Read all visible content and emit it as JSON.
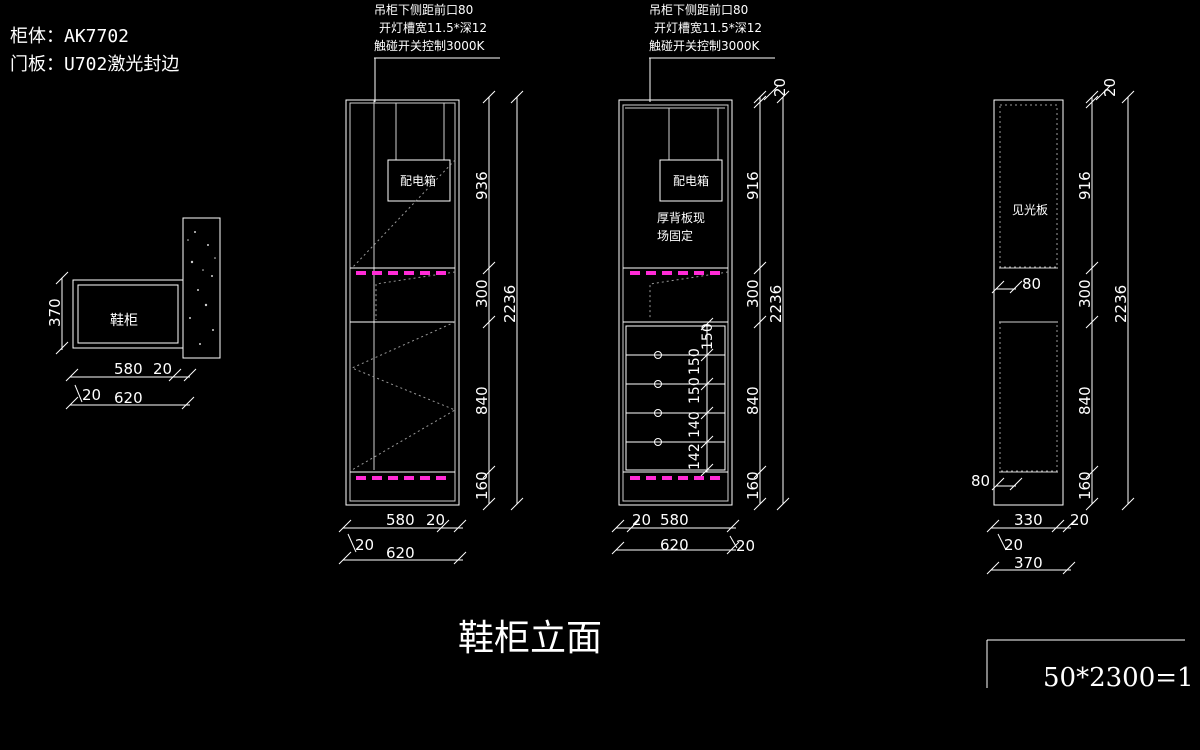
{
  "header": {
    "cabinet_body": "柜体：AK7702",
    "door_panel": "门板：U702激光封边"
  },
  "plan_view": {
    "label": "鞋柜",
    "dim_height": "370",
    "dim_580": "580",
    "dim_20a": "20",
    "dim_20b": "20",
    "dim_620": "620"
  },
  "elevation_1": {
    "note_lines": [
      "吊柜下侧距前口80",
      "开灯槽宽11.5*深12",
      "触碰开关控制3000K"
    ],
    "box_label": "配电箱",
    "dims_right": [
      "936",
      "300",
      "840",
      "160"
    ],
    "dim_total": "2236",
    "dim_580": "580",
    "dim_20a": "20",
    "dim_20b": "20",
    "dim_620": "620"
  },
  "elevation_2": {
    "note_lines": [
      "吊柜下侧距前口80",
      "开灯槽宽11.5*深12",
      "触碰开关控制3000K"
    ],
    "box_label": "配电箱",
    "board_label_1": "厚背板现",
    "board_label_2": "场固定",
    "dim_top": "20",
    "dims_right": [
      "916",
      "300",
      "840",
      "160"
    ],
    "dim_total": "2236",
    "drawer_dims": [
      "150",
      "150",
      "150",
      "140",
      "142"
    ],
    "dim_20a": "20",
    "dim_580": "580",
    "dim_620": "620",
    "dim_20b": "20"
  },
  "side_view": {
    "panel_label": "见光板",
    "dim_top": "20",
    "dims_right": [
      "916",
      "300",
      "840",
      "160"
    ],
    "dim_total": "2236",
    "dim_80a": "80",
    "dim_80b": "80",
    "dim_330": "330",
    "dim_20a": "20",
    "dim_20b": "20",
    "dim_370": "370"
  },
  "title": "鞋柜立面",
  "scale_text": "50*2300=1",
  "colors": {
    "background": "#000000",
    "lines": "#ffffff",
    "light_strip": "#ff2bd6"
  }
}
